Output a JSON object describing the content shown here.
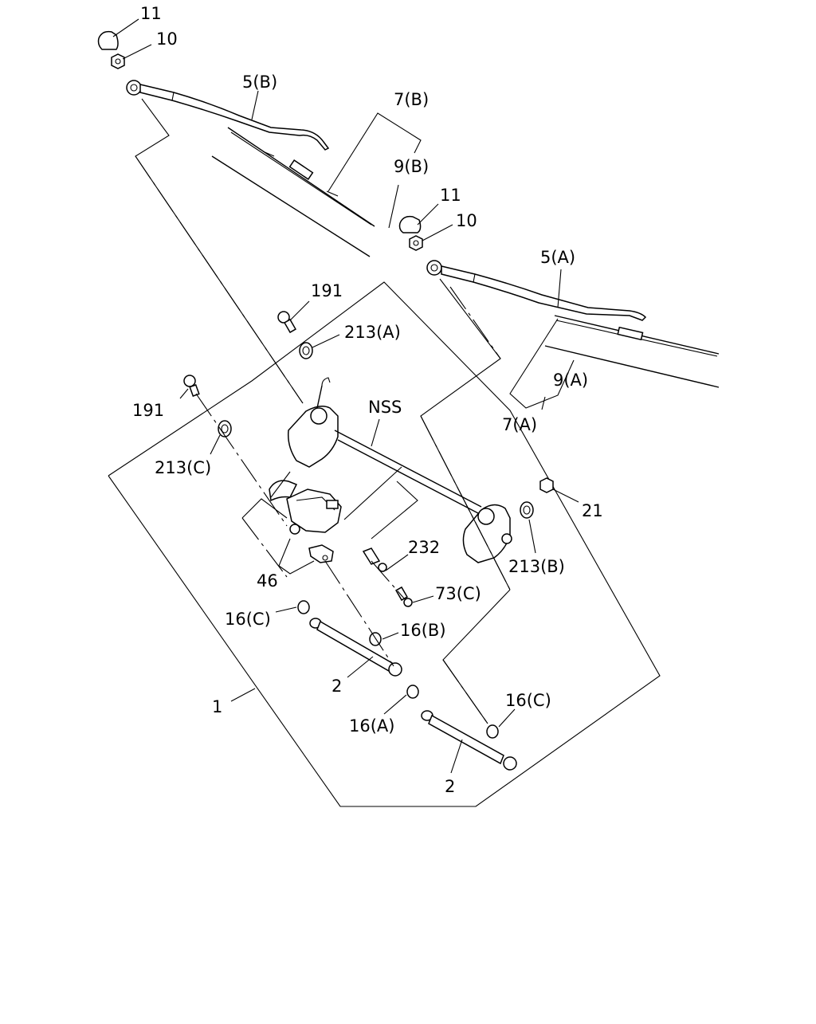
{
  "labels": {
    "l11a": "11",
    "l10a": "10",
    "l5b": "5(B)",
    "l7b": "7(B)",
    "l9b": "9(B)",
    "l11b": "11",
    "l10b": "10",
    "l5a": "5(A)",
    "l191a": "191",
    "l213a": "213(A)",
    "l191b": "191",
    "l213c": "213(C)",
    "lnss": "NSS",
    "l9a": "9(A)",
    "l7a": "7(A)",
    "l21": "21",
    "l213b": "213(B)",
    "l232": "232",
    "l46": "46",
    "l73c": "73(C)",
    "l16c1": "16(C)",
    "l16b": "16(B)",
    "l2a": "2",
    "l1": "1",
    "l16a": "16(A)",
    "l16c2": "16(C)",
    "l2b": "2"
  }
}
